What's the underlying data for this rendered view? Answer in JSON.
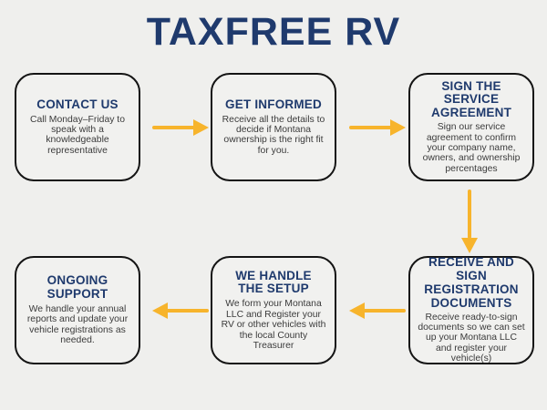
{
  "title": "TAXFREE RV",
  "colors": {
    "navy": "#1f3a6d",
    "gold": "#f7b42c",
    "background": "#efefed",
    "box_border": "#141414",
    "body_text": "#3b3b3b"
  },
  "steps": [
    {
      "heading": "CONTACT US",
      "body": "Call Monday–Friday to speak with a knowledgeable representative"
    },
    {
      "heading": "GET INFORMED",
      "body": "Receive all the details to decide if Montana ownership is the right fit for you."
    },
    {
      "heading": "SIGN THE SERVICE AGREEMENT",
      "body": "Sign our service agreement to confirm your company name, owners, and ownership percentages"
    },
    {
      "heading": "RECEIVE AND SIGN REGISTRATION DOCUMENTS",
      "body": "Receive ready-to-sign documents so we can set up your Montana LLC and register your vehicle(s)"
    },
    {
      "heading": "WE HANDLE THE SETUP",
      "body": "We form your Montana LLC and Register your RV or other vehicles with the local County Treasurer"
    },
    {
      "heading": "ONGOING SUPPORT",
      "body": "We handle your annual reports and update your vehicle registrations as needed."
    }
  ],
  "arrows": {
    "color": "#f7b42c",
    "sequence": [
      "right",
      "right",
      "down",
      "left",
      "left"
    ]
  }
}
